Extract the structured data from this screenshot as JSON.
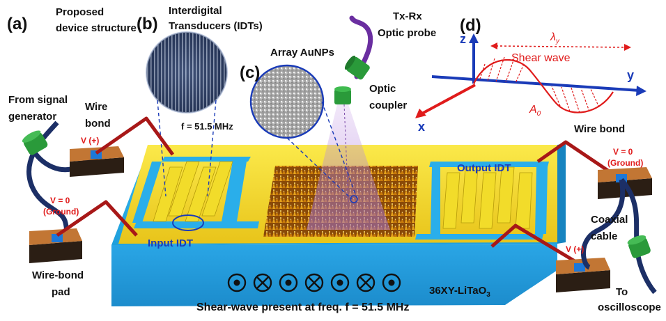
{
  "panels": {
    "a": "(a)",
    "b": "(b)",
    "c": "(c)",
    "d": "(d)"
  },
  "labels": {
    "proposed_line1": "Proposed",
    "proposed_line2": "device structure",
    "idt_line1": "Interdigital",
    "idt_line2": "Transducers (IDTs)",
    "idt_freq": "f = 51.5 MHz",
    "array": "Array AuNPs",
    "probe_line1": "Tx-Rx",
    "probe_line2": "Optic probe",
    "coupler_line1": "Optic",
    "coupler_line2": "coupler",
    "from_sig_line1": "From signal",
    "from_sig_line2": "generator",
    "wire_bond_left_line1": "Wire",
    "wire_bond_left_line2": "bond",
    "wire_bond_right": "Wire bond",
    "v_plus_left": "V (+)",
    "v_zero_left_line1": "V = 0",
    "v_zero_left_line2": "(Ground)",
    "v_zero_right_line1": "V = 0",
    "v_zero_right_line2": "(Ground)",
    "v_plus_right": "V (+)",
    "output_idt": "Output IDT",
    "input_idt": "Input IDT",
    "wire_bond_pad_line1": "Wire-bond",
    "wire_bond_pad_line2": "pad",
    "coaxial_line1": "Coaxial",
    "coaxial_line2": "cable",
    "to_osc_line1": "To",
    "to_osc_line2": "oscilloscope",
    "substrate": "36XY-LiTaO",
    "substrate_sub": "3",
    "shear_present": "Shear-wave present at freq. f = 51.5 MHz",
    "wave_axis_z": "z",
    "wave_axis_y": "y",
    "wave_axis_x": "x",
    "wave_lambda": "λ",
    "wave_lambda_sub": "y",
    "wave_title": "Shear wave",
    "wave_amp": "A",
    "wave_amp_sub": "0"
  },
  "colors": {
    "gold": "#f2dc2a",
    "substrate": "#2aaeea",
    "red": "#e01b1b",
    "blue": "#1a3bb8",
    "wire": "#a01818",
    "pad": "#b06a2a",
    "connector": "#2a9a3a"
  },
  "field_symbols": [
    "dot",
    "cross",
    "dot",
    "cross",
    "dot",
    "cross",
    "dot"
  ]
}
